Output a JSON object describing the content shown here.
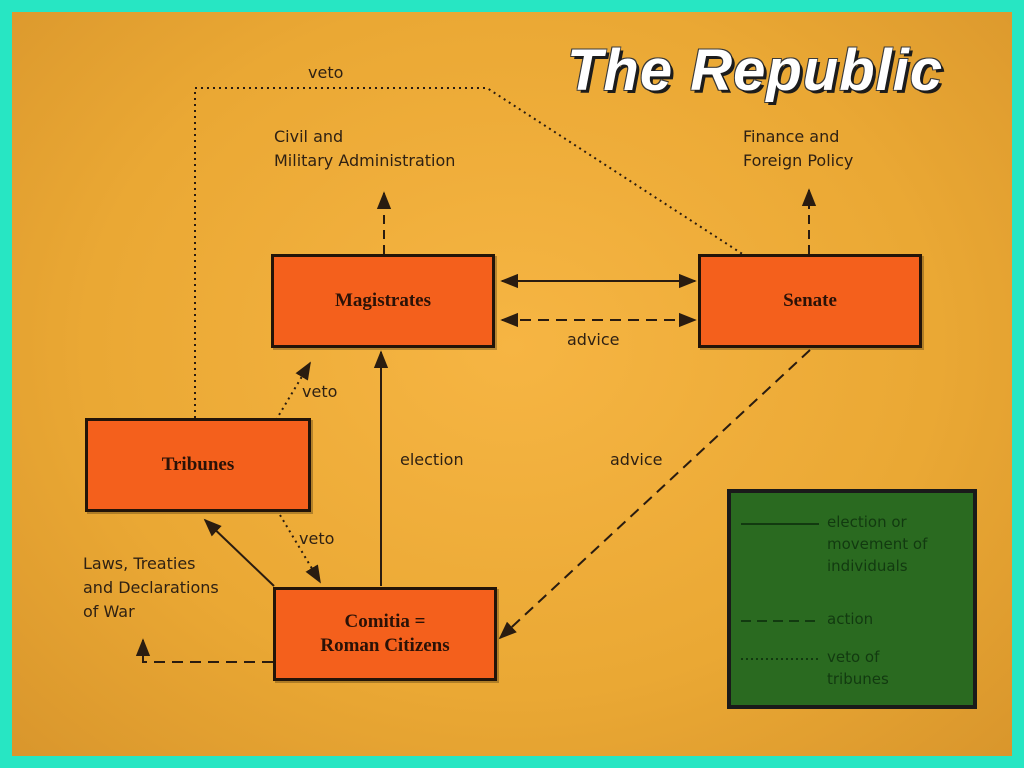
{
  "title": "The Republic",
  "colors": {
    "frame": "#27e6c3",
    "background": "#f0ad3a",
    "box_fill": "#f4601c",
    "legend_fill": "#2a6a20",
    "title_text": "#ffffff",
    "ink": "#2f2113"
  },
  "boxes": {
    "magistrates": "Magistrates",
    "senate": "Senate",
    "tribunes": "Tribunes",
    "comitia_line1": "Comitia =",
    "comitia_line2": "Roman Citizens"
  },
  "labels": {
    "veto_top": "veto",
    "civil_line1": "Civil and",
    "civil_line2": "Military Administration",
    "finance_line1": "Finance and",
    "finance_line2": "Foreign Policy",
    "advice_mid": "advice",
    "veto_tribunes_magistrates": "veto",
    "election": "election",
    "advice_diag": "advice",
    "veto_tribunes_comitia": "veto",
    "laws_line1": "Laws, Treaties",
    "laws_line2": "and Declarations",
    "laws_line3": "of War"
  },
  "legend": {
    "election_line1": "election or",
    "election_line2": "movement of",
    "election_line3": "individuals",
    "action": "action",
    "veto_line1": "veto of",
    "veto_line2": "tribunes"
  }
}
